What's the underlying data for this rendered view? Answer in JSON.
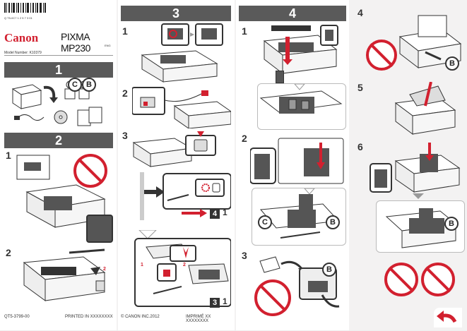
{
  "cover": {
    "barcode_number": "Q T5-0C7 1 2 5 7 3 01",
    "brand": "Canon",
    "product": "PIXMA MP230",
    "product_lang": "ENG",
    "model_line": "Model Number: K10379",
    "print_code": "QT5-3799-00",
    "copyright": "© CANON INC.2012",
    "printed_in": "PRINTED IN XXXXXXXX",
    "imprime": "IMPRIMÉ XX XXXXXXXX"
  },
  "sections": {
    "s1": "1",
    "s2": "2",
    "s3": "3",
    "s4": "4"
  },
  "subs": {
    "a": "1",
    "b": "2",
    "c": "3",
    "d": "4",
    "e": "5",
    "f": "6"
  },
  "refs": {
    "ref41_num": "4",
    "ref41_sub": "1",
    "ref31_num": "3",
    "ref31_sub": "1",
    "b_label": "B",
    "c_label": "C",
    "one": "1",
    "two": "2"
  },
  "colors": {
    "bar": "#5a5a5a",
    "red": "#d2202f",
    "panel_white": "#ffffff",
    "panel_gray": "#f0efef"
  },
  "icons": [
    "printer-icon",
    "power-button-icon",
    "ink-cartridge-icon",
    "cd-rom-icon",
    "cable-icon",
    "prohibited-icon",
    "arrow-icon",
    "back-arrow-icon"
  ]
}
